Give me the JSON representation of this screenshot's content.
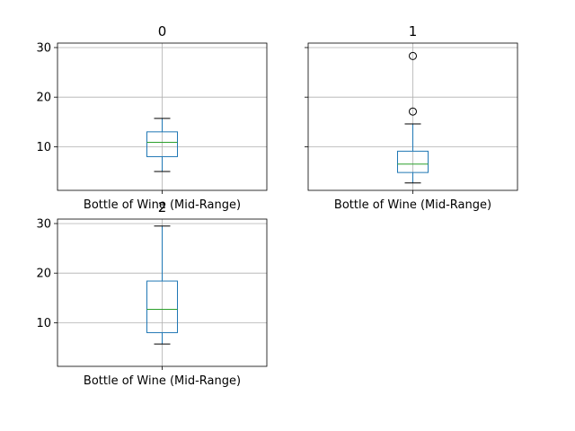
{
  "chart_data": [
    {
      "type": "box",
      "title": "0",
      "categories": [
        "Bottle of Wine (Mid-Range)"
      ],
      "yticks": [
        10,
        20,
        30
      ],
      "ylim": [
        1.2,
        30.9
      ],
      "grid": true,
      "box": {
        "whisker_low": 5.0,
        "q1": 8.0,
        "median": 10.9,
        "q3": 13.0,
        "whisker_high": 15.7,
        "outliers": []
      }
    },
    {
      "type": "box",
      "title": "1",
      "categories": [
        "Bottle of Wine (Mid-Range)"
      ],
      "yticks": [
        10,
        20,
        30
      ],
      "ylim": [
        1.2,
        30.9
      ],
      "grid": true,
      "box": {
        "whisker_low": 2.7,
        "q1": 4.8,
        "median": 6.5,
        "q3": 9.1,
        "whisker_high": 14.6,
        "outliers": [
          17.1,
          28.3
        ]
      }
    },
    {
      "type": "box",
      "title": "2",
      "categories": [
        "Bottle of Wine (Mid-Range)"
      ],
      "yticks": [
        10,
        20,
        30
      ],
      "ylim": [
        1.2,
        30.9
      ],
      "grid": true,
      "box": {
        "whisker_low": 5.7,
        "q1": 8.0,
        "median": 12.7,
        "q3": 18.4,
        "whisker_high": 29.5,
        "outliers": []
      }
    }
  ],
  "colors": {
    "box": "#1f77b4",
    "median": "#2ca02c",
    "whisker": "#1f77b4",
    "cap": "#000000",
    "flier": "#000000",
    "grid": "#b0b0b0",
    "axes": "#000000"
  }
}
